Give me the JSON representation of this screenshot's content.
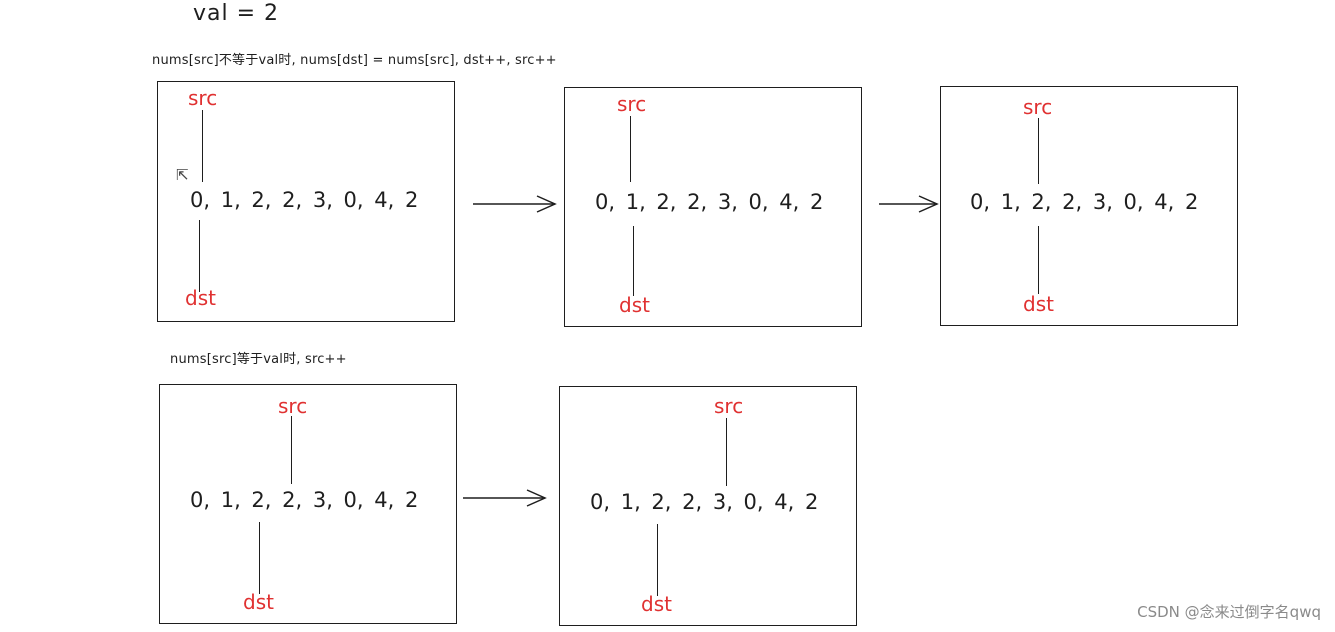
{
  "title": "val = 2",
  "caption_not_equal": "nums[src]不等于val时, nums[dst] = nums[src], dst++, src++",
  "caption_equal": "nums[src]等于val时, src++",
  "array_text": "0, 1, 2, 2, 3, 0, 4, 2",
  "labels": {
    "src": "src",
    "dst": "dst"
  },
  "watermark": "CSDN @念来过倒字名qwq",
  "colors": {
    "pointer": "#e03131",
    "stroke": "#1e1e1e"
  },
  "icons": {
    "cursor": "cursor-arrow-icon",
    "arrow": "right-arrow-icon"
  }
}
